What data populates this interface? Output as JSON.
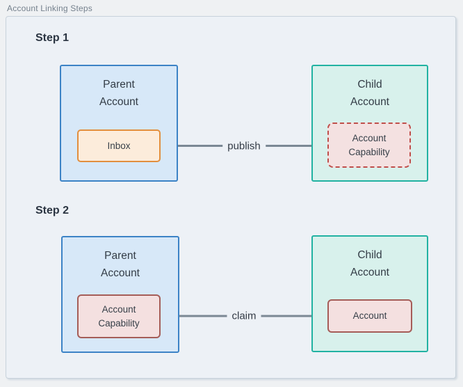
{
  "panel": {
    "label": "Account Linking Steps"
  },
  "diagram": {
    "steps": [
      {
        "heading": "Step 1",
        "parent": {
          "title": "Parent Account",
          "inner": "Inbox"
        },
        "child": {
          "title": "Child Account",
          "inner": "Account Capability"
        },
        "arrow": {
          "label": "publish",
          "direction": "right-to-left",
          "from": "child-account-capability",
          "to": "parent-inbox"
        }
      },
      {
        "heading": "Step 2",
        "parent": {
          "title": "Parent Account",
          "inner": "Account Capability"
        },
        "child": {
          "title": "Child Account",
          "inner": "Account"
        },
        "arrow": {
          "label": "claim",
          "direction": "left-to-right",
          "from": "parent-account-capability",
          "to": "child-account"
        }
      }
    ]
  },
  "colors": {
    "page_background": "#eff1f3",
    "panel_background": "#edf1f6",
    "panel_border": "#c8d2db",
    "label_text": "#75818d",
    "heading_text": "#2b3542",
    "box_text": "#333c46",
    "blue_box_fill": "#d7e8f8",
    "blue_box_border": "#3c83c6",
    "teal_box_fill": "#d8f1ec",
    "teal_box_border": "#22b2a2",
    "orange_chip_fill": "#fcecdb",
    "orange_chip_border": "#e28f3e",
    "red_chip_fill": "#f4e0e0",
    "red_chip_border": "#a55d58",
    "red_dashed_border": "#bf4e4a",
    "arrow": "#7b8894"
  }
}
